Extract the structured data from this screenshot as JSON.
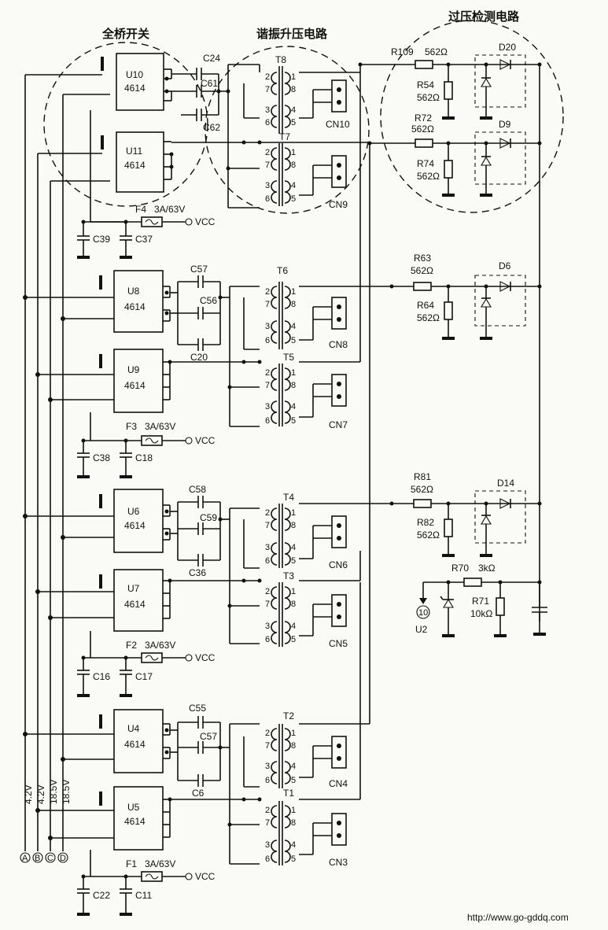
{
  "headers": {
    "bridge_switch": "全桥开关",
    "resonant_boost": "谐振升压电路",
    "overvoltage_detect": "过压检测电路"
  },
  "chips": [
    {
      "ref": "U10",
      "part": "4614"
    },
    {
      "ref": "U11",
      "part": "4614"
    },
    {
      "ref": "U8",
      "part": "4614"
    },
    {
      "ref": "U9",
      "part": "4614"
    },
    {
      "ref": "U6",
      "part": "4614"
    },
    {
      "ref": "U7",
      "part": "4614"
    },
    {
      "ref": "U4",
      "part": "4614"
    },
    {
      "ref": "U5",
      "part": "4614"
    }
  ],
  "capacitors_out": [
    {
      "top": "C24",
      "mid": "C61",
      "bot": "C62"
    },
    {
      "top": "C57",
      "mid": "C56",
      "bot": "C20"
    },
    {
      "top": "C58",
      "mid": "C59",
      "bot": "C36"
    },
    {
      "top": "C55",
      "mid": "C57",
      "bot": "C6"
    }
  ],
  "transformers": [
    "T8",
    "T7",
    "T6",
    "T5",
    "T4",
    "T3",
    "T2",
    "T1"
  ],
  "connectors": [
    "CN10",
    "CN9",
    "CN8",
    "CN7",
    "CN6",
    "CN5",
    "CN4",
    "CN3"
  ],
  "pins": {
    "p1": "1",
    "p2": "2",
    "p3": "3",
    "p4": "4",
    "p5": "5",
    "p6": "6",
    "p7": "7",
    "p8": "8"
  },
  "fuses": [
    {
      "ref": "F4",
      "rating": "3A/63V",
      "supply": "VCC",
      "c1": "C39",
      "c2": "C37"
    },
    {
      "ref": "F3",
      "rating": "3A/63V",
      "supply": "VCC",
      "c1": "C38",
      "c2": "C18"
    },
    {
      "ref": "F2",
      "rating": "3A/63V",
      "supply": "VCC",
      "c1": "C16",
      "c2": "C17"
    },
    {
      "ref": "F1",
      "rating": "3A/63V",
      "supply": "VCC",
      "c1": "C22",
      "c2": "C11"
    }
  ],
  "detect": {
    "r109": "R109",
    "r109_val": "562Ω",
    "r54": "R54",
    "r54_val": "562Ω",
    "r72": "R72",
    "r72_val": "562Ω",
    "r74": "R74",
    "r74_val": "562Ω",
    "r63": "R63",
    "r63_val": "562Ω",
    "r64": "R64",
    "r64_val": "562Ω",
    "r81": "R81",
    "r81_val": "562Ω",
    "r82": "R82",
    "r82_val": "562Ω",
    "r70": "R70",
    "r70_val": "3kΩ",
    "r71": "R71",
    "r71_val": "10kΩ",
    "d20": "D20",
    "d9": "D9",
    "d6": "D6",
    "d14": "D14",
    "pin10": "10",
    "u2": "U2"
  },
  "rails": [
    {
      "voltage": "4.2V",
      "letter": "A"
    },
    {
      "voltage": "4.2V",
      "letter": "B"
    },
    {
      "voltage": "18.5V",
      "letter": "C"
    },
    {
      "voltage": "18.5V",
      "letter": "D"
    }
  ],
  "watermark": "http://www.go-gddq.com"
}
